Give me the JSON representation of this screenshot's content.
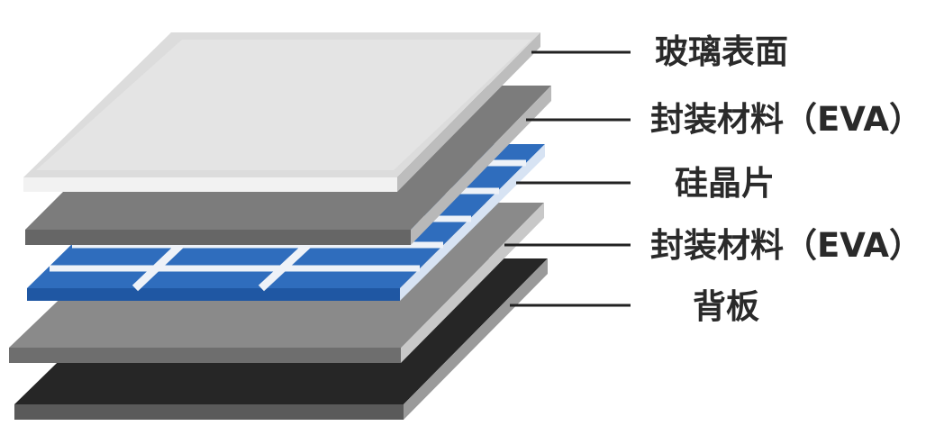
{
  "layers": [
    {
      "id": "glass",
      "label": "玻璃表面",
      "color": "#d9d9d9"
    },
    {
      "id": "eva-top",
      "label": "封装材料（EVA）",
      "color": "#7a7a7a"
    },
    {
      "id": "cells",
      "label": "硅晶片",
      "color": "#2a68b5"
    },
    {
      "id": "eva-bottom",
      "label": "封装材料（EVA）",
      "color": "#808080"
    },
    {
      "id": "backsheet",
      "label": "背板",
      "color": "#1e1e1e"
    }
  ]
}
